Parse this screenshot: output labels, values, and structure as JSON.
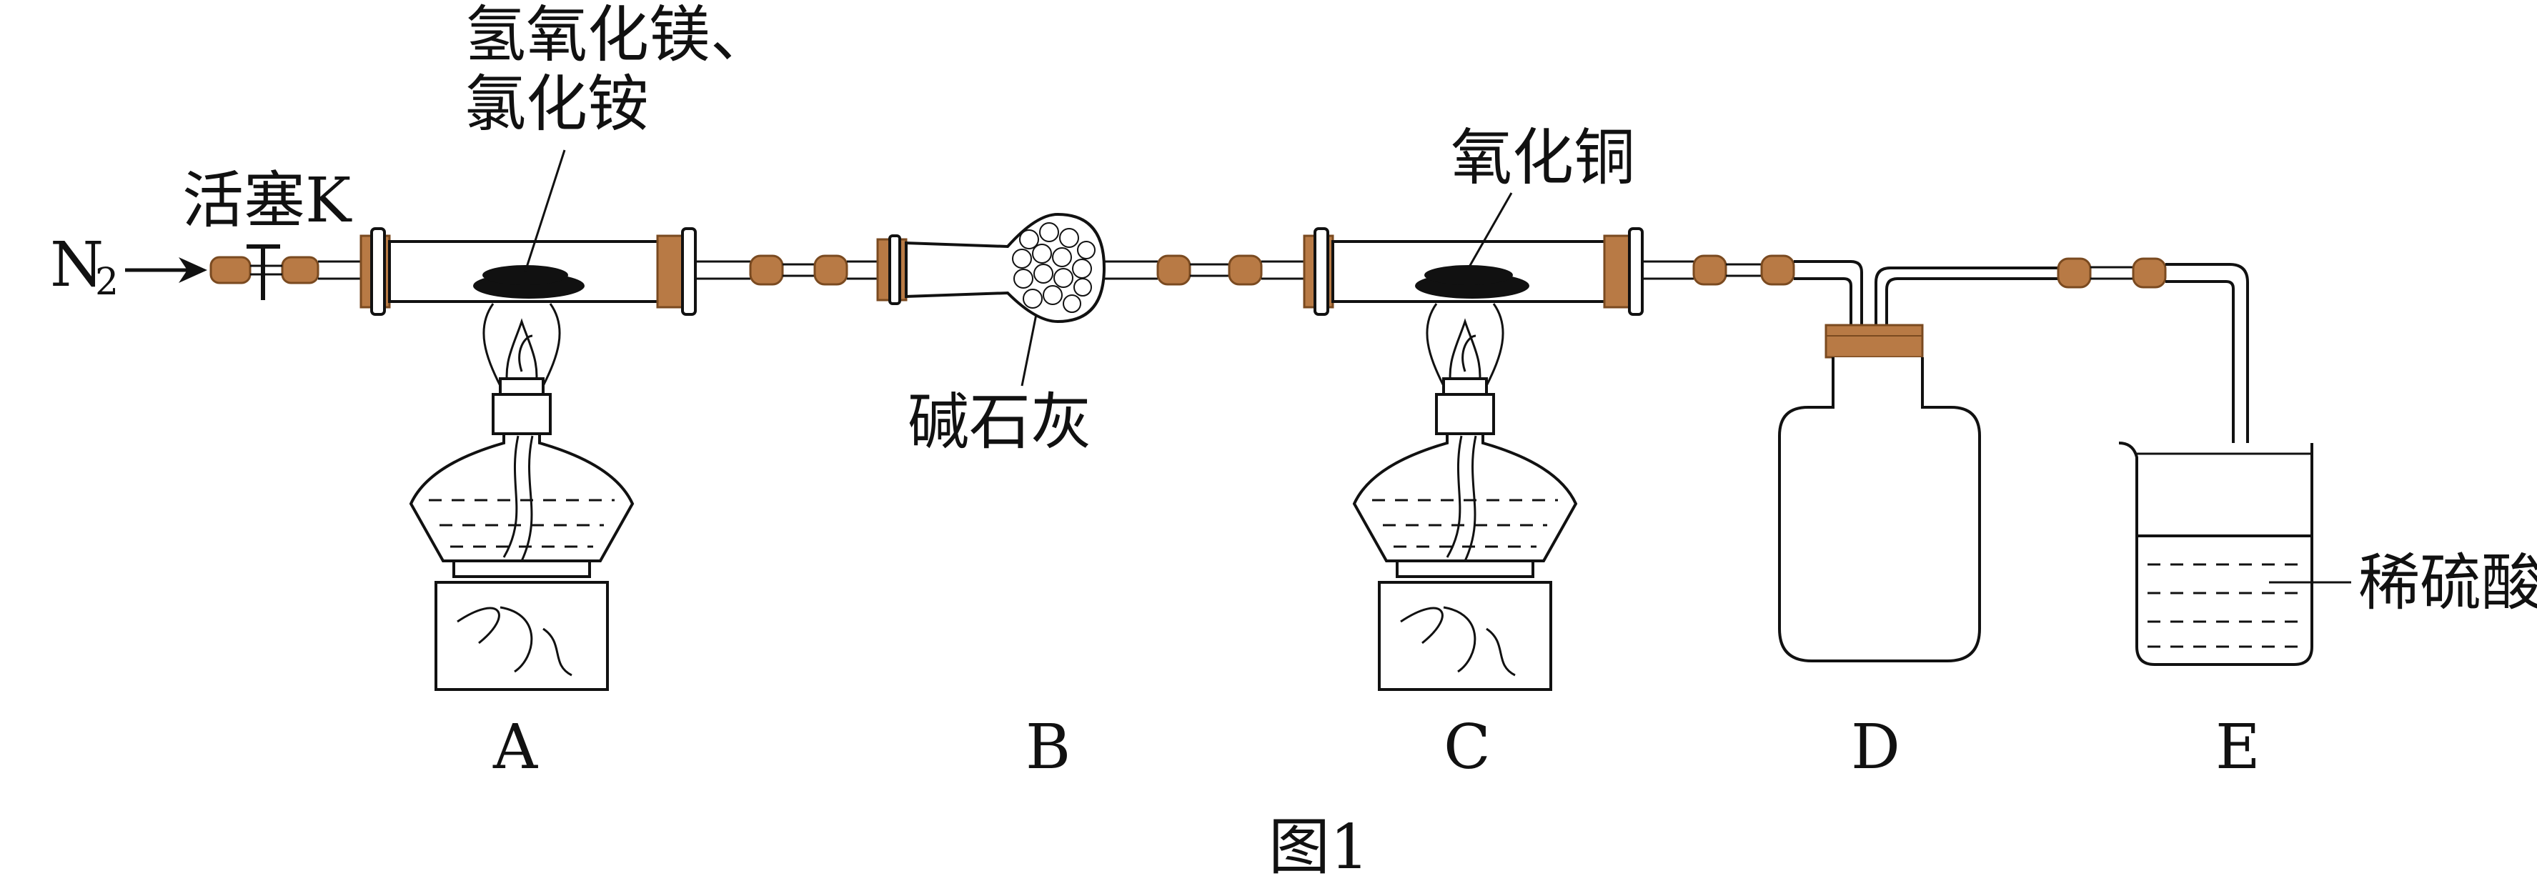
{
  "labels": {
    "n2": "N",
    "n2_sub": "2",
    "valve": "活塞K",
    "reagent_a_line1": "氢氧化镁、",
    "reagent_a_line2": "氯化铵",
    "reagent_b": "碱石灰",
    "reagent_c": "氧化铜",
    "reagent_e": "稀硫酸",
    "figure_caption": "图1"
  },
  "apparatus": [
    {
      "id": "A",
      "label": "A"
    },
    {
      "id": "B",
      "label": "B"
    },
    {
      "id": "C",
      "label": "C"
    },
    {
      "id": "D",
      "label": "D"
    },
    {
      "id": "E",
      "label": "E"
    }
  ],
  "colors": {
    "rubber_tubing": "#b87a45",
    "ink": "#111111"
  }
}
